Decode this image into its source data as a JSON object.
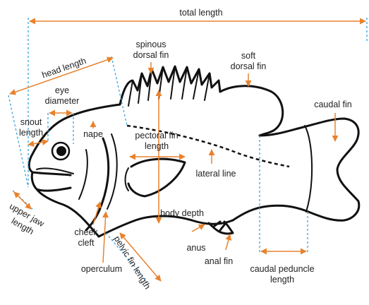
{
  "colors": {
    "measure": "#e8822e",
    "guide": "#3aa3d8",
    "outline": "#111111",
    "text": "#222222"
  },
  "labels": {
    "total_length": "total length",
    "spinous_dorsal_fin_1": "spinous",
    "spinous_dorsal_fin_2": "dorsal fin",
    "soft_dorsal_fin_1": "soft",
    "soft_dorsal_fin_2": "dorsal fin",
    "head_length": "head length",
    "eye_diameter_1": "eye",
    "eye_diameter_2": "diameter",
    "snout_length_1": "snout",
    "snout_length_2": "length",
    "caudal_fin": "caudal fin",
    "nape": "nape",
    "pectoral_fin_length_1": "pectoral fin",
    "pectoral_fin_length_2": "length",
    "lateral_line": "lateral line",
    "upper_jaw_length_1": "upper jaw",
    "upper_jaw_length_2": "length",
    "cheek_1": "cheek",
    "cheek_2": "cleft",
    "body_depth": "body depth",
    "anus": "anus",
    "anal_fin": "anal fin",
    "operculum": "operculum",
    "pelvic_fin_length": "pelvic fin length",
    "caudal_peduncle_length_1": "caudal peduncle",
    "caudal_peduncle_length_2": "length"
  }
}
